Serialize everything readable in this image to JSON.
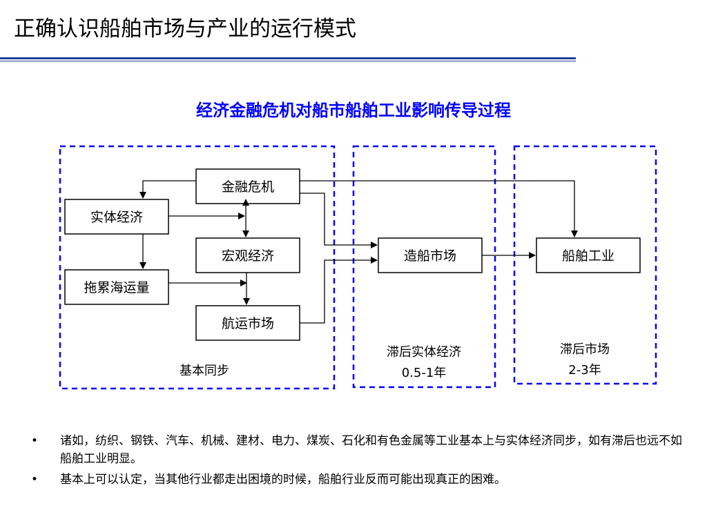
{
  "slide": {
    "title": "正确认识船舶市场与产业的运行模式",
    "subtitle": "经济金融危机对船市船舶工业影响传导过程"
  },
  "diagram": {
    "boxes": {
      "financial_crisis": "金融危机",
      "real_economy": "实体经济",
      "macro_economy": "宏观经济",
      "bulk_shipping_volume": "拖累海运量",
      "shipping_market": "航运市场",
      "shipbuilding_market": "造船市场",
      "ship_industry": "船舶工业"
    },
    "groups": {
      "basic_sync": "基本同步",
      "lag_real_economy_line1": "滞后实体经济",
      "lag_real_economy_line2": "0.5-1年",
      "lag_market_line1": "滞后市场",
      "lag_market_line2": "2-3年"
    },
    "colors": {
      "dashed_border": "#0000ff",
      "box_border": "#000000",
      "arrow": "#000000"
    }
  },
  "bullets": [
    "诸如，纺织、钢铁、汽车、机械、建材、电力、煤炭、石化和有色金属等工业基本上与实体经济同步，如有滞后也远不如船舶工业明显。",
    "基本上可以认定，当其他行业都走出困境的时候，船舶行业反而可能出现真正的困难。"
  ],
  "bullet_marker": "•"
}
